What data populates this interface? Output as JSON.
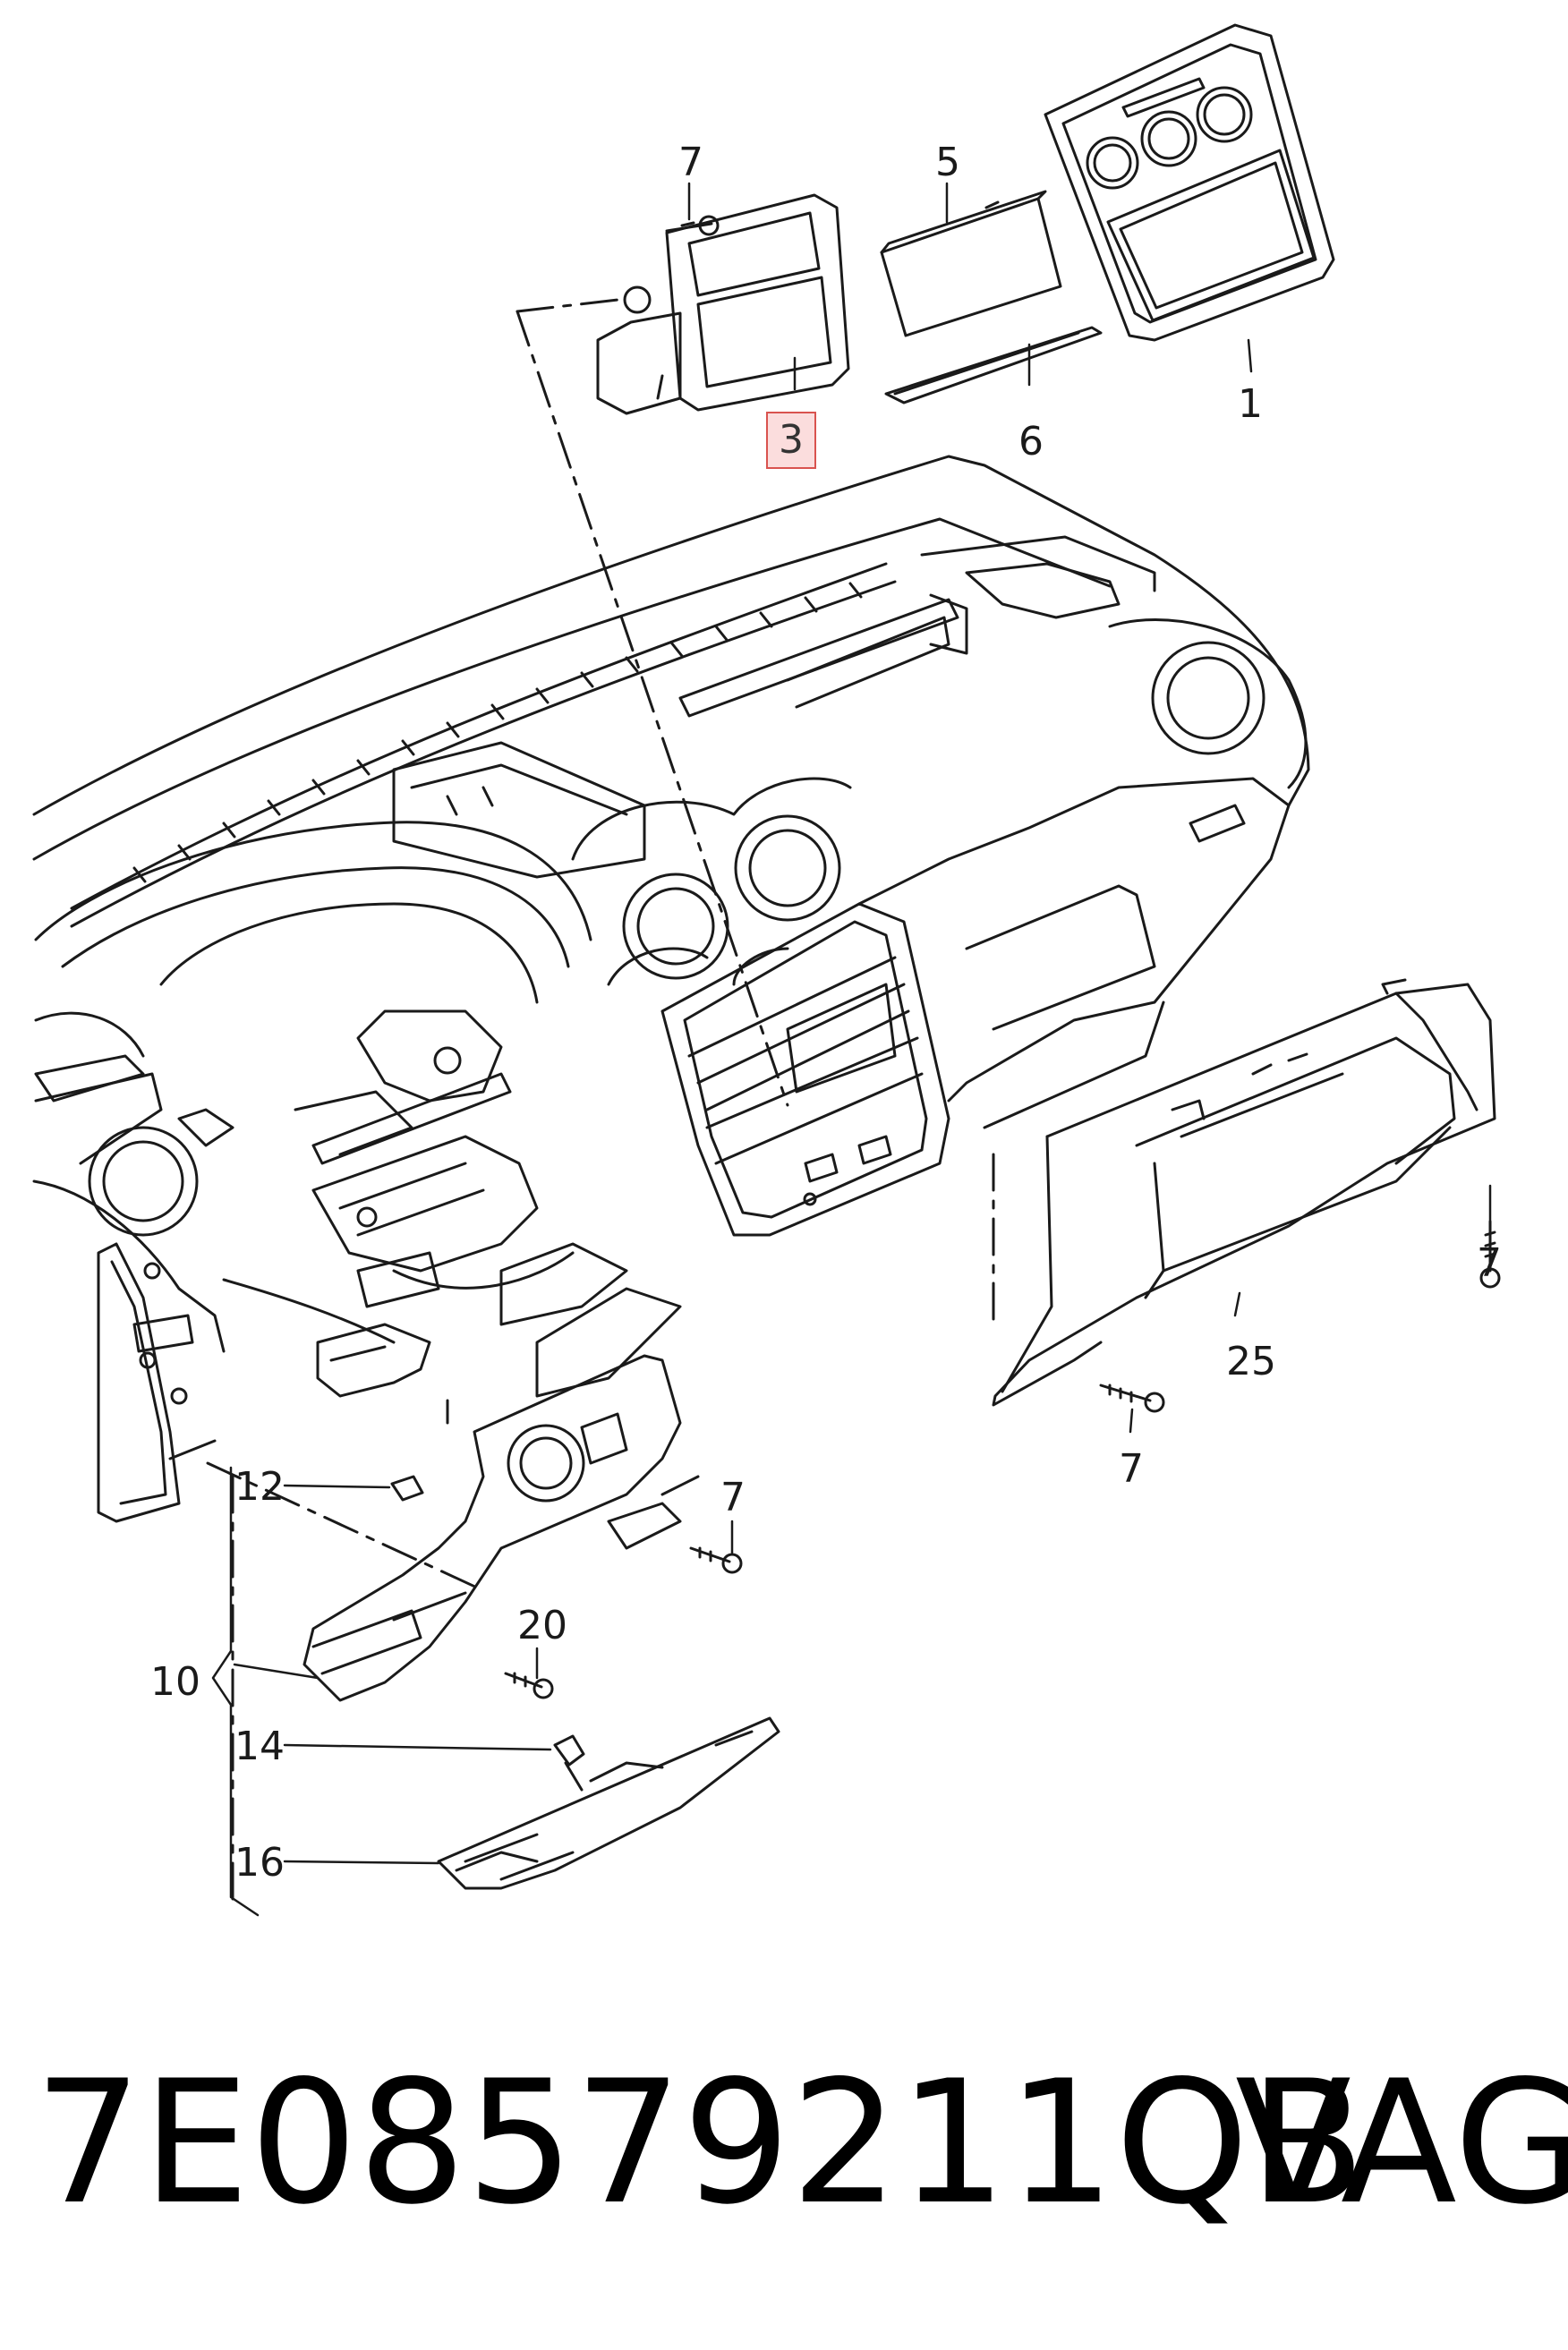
{
  "callouts": {
    "c7a": "7",
    "c5": "5",
    "c3": "3",
    "c6": "6",
    "c1": "1",
    "c7b": "7",
    "c25": "25",
    "c7c": "7",
    "c12": "12",
    "c7d": "7",
    "c20": "20",
    "c10": "10",
    "c14": "14",
    "c16": "16"
  },
  "highlight_color": "#f08080",
  "footer": {
    "part_code": "7E08579211QB",
    "brand": "VAG"
  }
}
